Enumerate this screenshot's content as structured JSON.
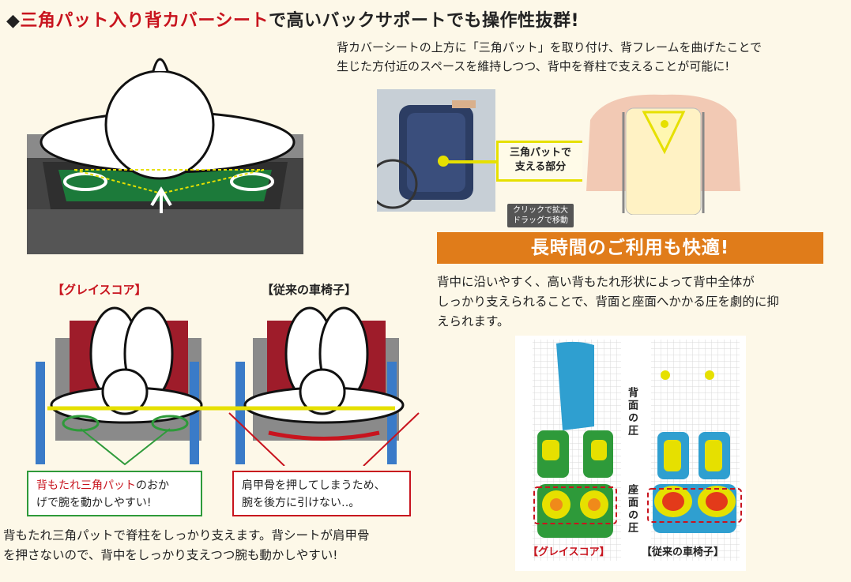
{
  "header": {
    "diamond": "◆",
    "title_highlight": "三角パット入り背カバーシート",
    "title_rest": "で高いバックサポートでも操作性抜群!"
  },
  "intro": {
    "line1": "背カバーシートの上方に「三角パット」を取り付け、背フレームを曲げたことで",
    "line2": "生じた方付近のスペースを維持しつつ、背中を脊柱で支えることが可能に!"
  },
  "photo_callout": {
    "line1": "三角パットで",
    "line2": "支える部分"
  },
  "tooltip": {
    "line1": "クリックで拡大",
    "line2": "ドラッグで移動"
  },
  "banner": {
    "text": "長時間のご利用も快適!"
  },
  "comfort": {
    "line1": "背中に沿いやすく、高い背もたれ形状によって背中全体が",
    "line2": "しっかり支えられることで、背面と座面へかかる圧を劇的に抑",
    "line3": "えられます。"
  },
  "compare": {
    "left_caption": "【グレイスコア】",
    "right_caption": "【従来の車椅子】",
    "left_box_red": "背もたれ三角パット",
    "left_box_rest1": "のおか",
    "left_box_rest2": "げで腕を動かしやすい!",
    "right_box_line1": "肩甲骨を押してしまうため、",
    "right_box_line2": "腕を後方に引けない‥。"
  },
  "summary": {
    "line1": "背もたれ三角パットで脊柱をしっかり支えます。背シートが肩甲骨",
    "line2": "を押さないので、背中をしっかり支えつつ腕も動かしやすい!"
  },
  "heatmap": {
    "back_label": "背面の圧",
    "seat_label": "座面の圧",
    "left_caption": "【グレイスコア】",
    "right_caption": "【従来の車椅子】"
  },
  "colors": {
    "accent_red": "#c8141e",
    "banner_orange": "#e07c1a",
    "callout_yellow": "#e6e000",
    "box_green": "#2e9a3a"
  }
}
